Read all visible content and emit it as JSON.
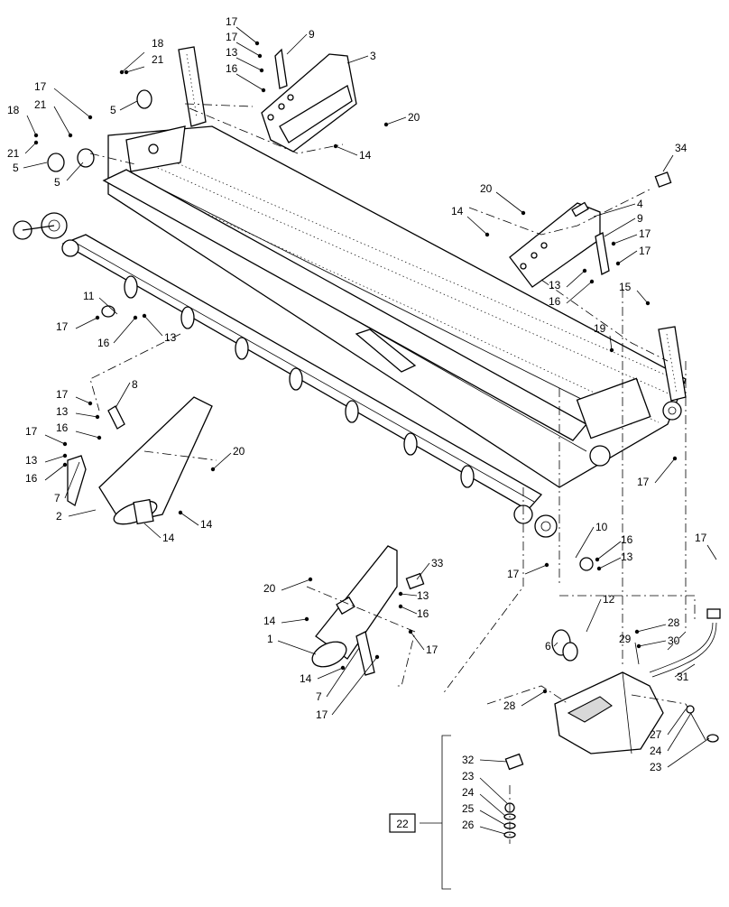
{
  "callouts": [
    "1",
    "2",
    "3",
    "4",
    "5",
    "6",
    "7",
    "8",
    "9",
    "10",
    "11",
    "12",
    "13",
    "14",
    "15",
    "16",
    "17",
    "18",
    "19",
    "20",
    "21",
    "22",
    "23",
    "24",
    "25",
    "26",
    "27",
    "28",
    "29",
    "30",
    "31",
    "32",
    "33",
    "34"
  ],
  "kit_label": "22"
}
